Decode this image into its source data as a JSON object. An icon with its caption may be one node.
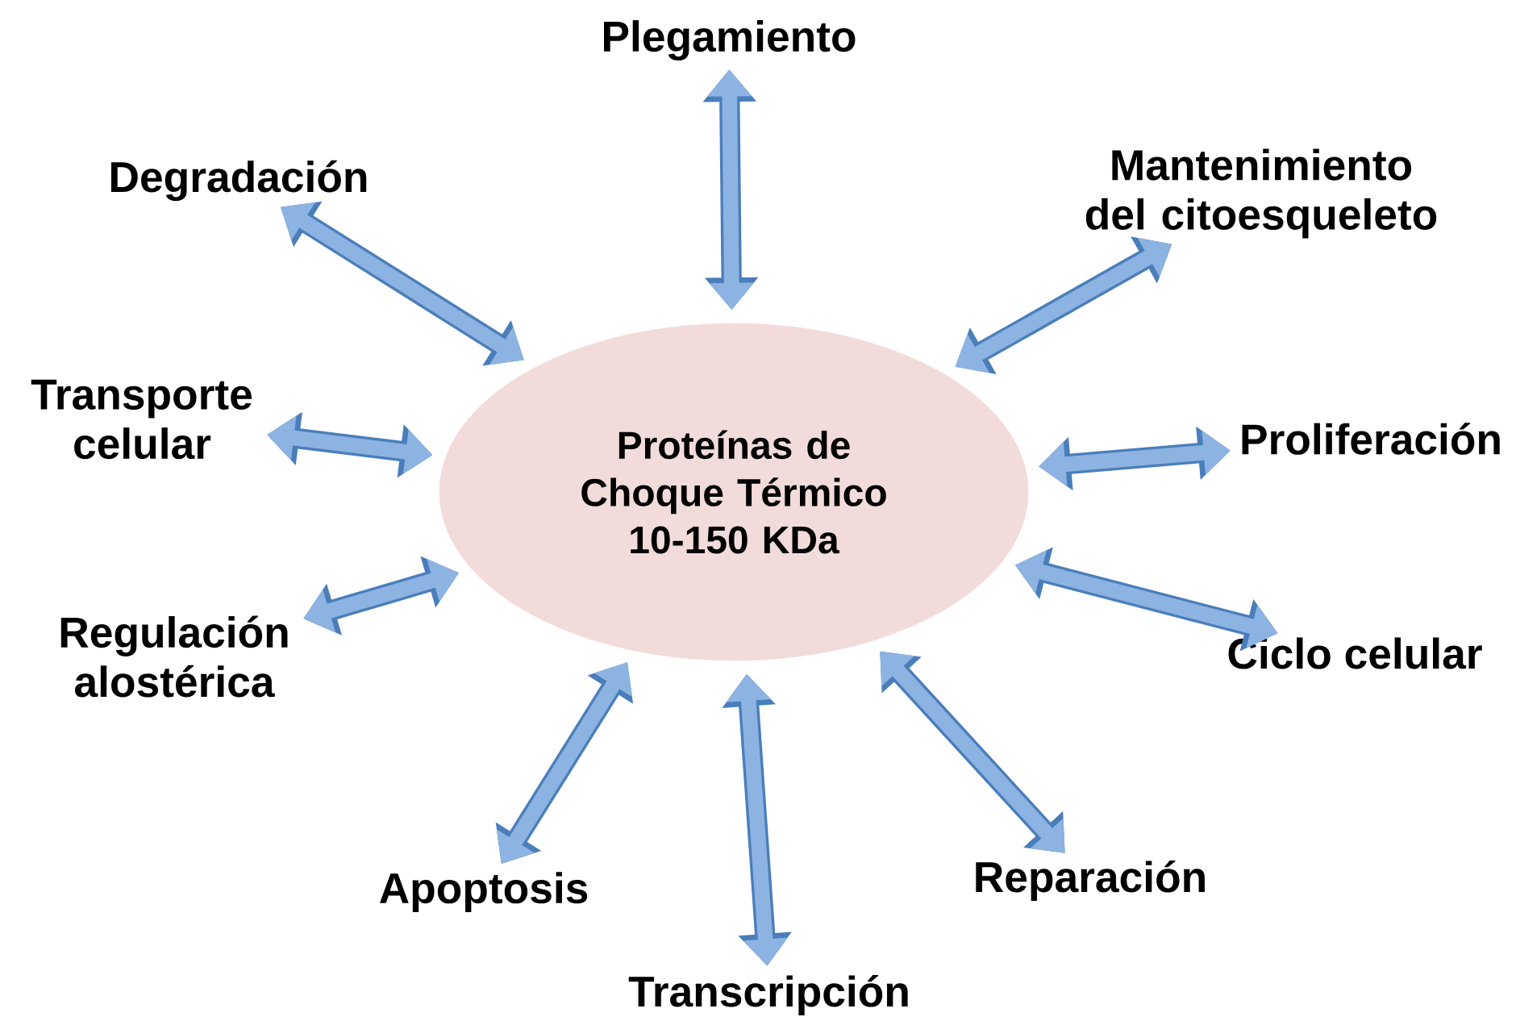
{
  "diagram": {
    "nodes": [
      {
        "text": [
          "Proteínas de Choque Térmico 10-150 KDa"
        ]
      },
      {
        "text": [
          "Plegamiento"
        ]
      },
      {
        "text": [
          "Degradación"
        ]
      },
      {
        "text": [
          "Mantenimiento del citoesqueleto"
        ]
      },
      {
        "text": [
          "Transporte celular"
        ]
      },
      {
        "text": [
          "Proliferación"
        ]
      },
      {
        "text": [
          "Regulación alostérica"
        ]
      },
      {
        "text": [
          "Ciclo celular"
        ]
      },
      {
        "text": [
          "Apoptosis"
        ]
      },
      {
        "text": [
          "Reparación"
        ]
      },
      {
        "text": [
          "Transcripción"
        ]
      }
    ],
    "edges": [
      {
        "from": 0,
        "to": 1,
        "arrow": "both"
      },
      {
        "from": 0,
        "to": 2,
        "arrow": "both"
      },
      {
        "from": 0,
        "to": 3,
        "arrow": "both"
      },
      {
        "from": 0,
        "to": 4,
        "arrow": "both"
      },
      {
        "from": 0,
        "to": 5,
        "arrow": "both"
      },
      {
        "from": 0,
        "to": 6,
        "arrow": "both"
      },
      {
        "from": 0,
        "to": 7,
        "arrow": "both"
      },
      {
        "from": 0,
        "to": 8,
        "arrow": "both"
      },
      {
        "from": 0,
        "to": 9,
        "arrow": "both"
      },
      {
        "from": 0,
        "to": 10,
        "arrow": "both"
      }
    ]
  }
}
